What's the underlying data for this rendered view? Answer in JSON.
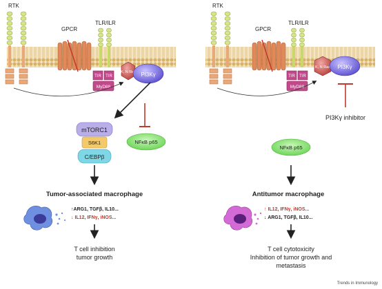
{
  "left": {
    "rtk": "RTK",
    "gpcr": "GPCR",
    "tlr": "TLR/ILR",
    "tir1": "TIR",
    "tir2": "TIR",
    "myd88": "MyD88",
    "ras": "K, N Ras",
    "pi3k": "PI3Kγ",
    "mtorc1": "mTORC1",
    "s6k1": "S6K1",
    "cebpb": "C/EBPβ",
    "nfkb": "NFκB p65",
    "title": "Tumor-associated macrophage",
    "up_genes": "ARG1, TGFβ, IL10...",
    "down_genes": "IL12, IFNγ, iNOS...",
    "outcome1": "T cell inhibition",
    "outcome2": "tumor growth"
  },
  "right": {
    "rtk": "RTK",
    "gpcr": "GPCR",
    "tlr": "TLR/ILR",
    "tir1": "TIR",
    "tir2": "TIR",
    "myd88": "MyD88",
    "ras": "K, N Ras",
    "pi3k": "PI3Kγ",
    "inhibitor": "PI3Kγ inhibitor",
    "nfkb": "NFκB p65",
    "title": "Antitumor macrophage",
    "up_genes": "IL12, IFNγ, iNOS...",
    "down_genes": "ARG1, TGFβ, IL10...",
    "outcome1": "T cell cytotoxicity",
    "outcome2": "Inhibition of tumor growth and",
    "outcome3": "metastasis"
  },
  "credit": "Trends in Immunology",
  "colors": {
    "membrane": "#d9b26a",
    "receptor": "#d7e58a",
    "gpcr": "#e08a5a",
    "tir": "#c04a8a",
    "ras": "#c0504d",
    "pi3k": "#7b6fd6",
    "green": "#7fe06a",
    "red": "#c0392b"
  }
}
